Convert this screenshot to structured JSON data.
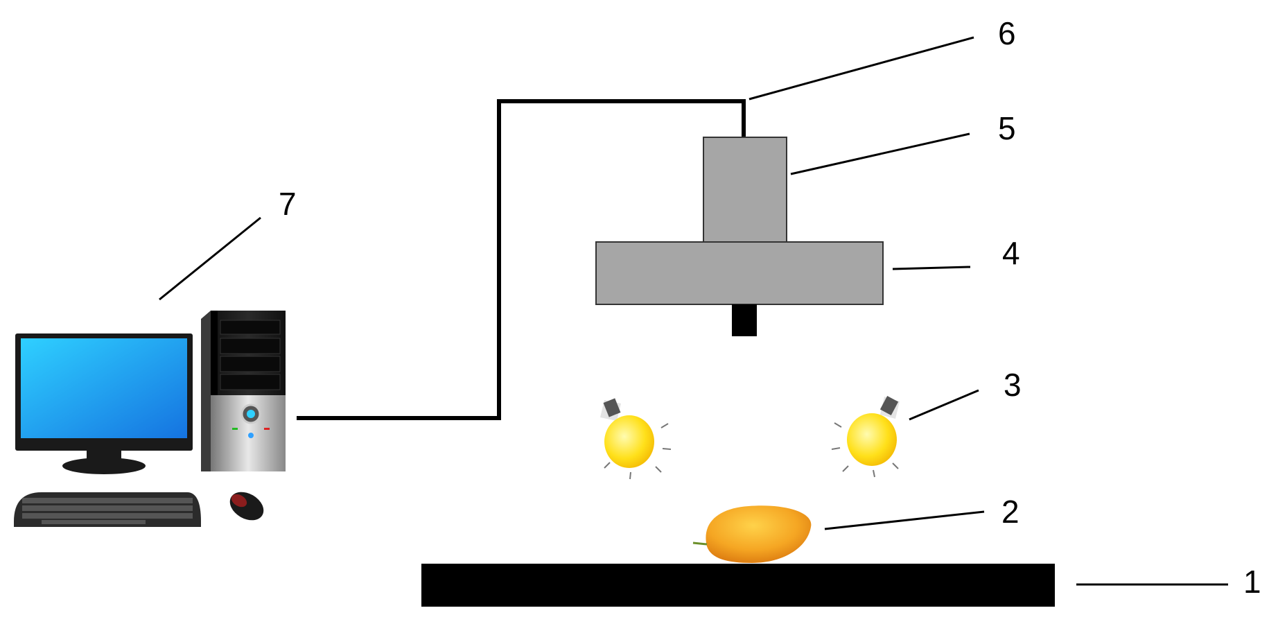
{
  "labels": {
    "stage": "1",
    "mango": "2",
    "light": "3",
    "lens": "4",
    "camera": "5",
    "cable": "6",
    "computer": "7"
  },
  "colors": {
    "stage": "#000000",
    "camera_body": "#a6a6a6",
    "cable": "#000000",
    "bulb": "#ffe01a",
    "mango": "#f5a623",
    "screen": "#1ba8ea"
  },
  "icons": [
    "monitor-icon",
    "pc-tower-icon",
    "keyboard-icon",
    "mouse-icon",
    "light-bulb-icon",
    "mango-icon"
  ]
}
